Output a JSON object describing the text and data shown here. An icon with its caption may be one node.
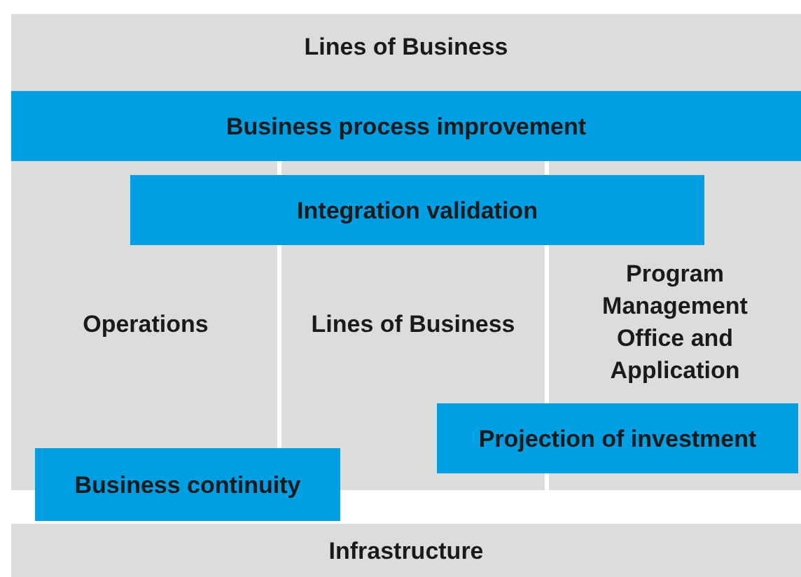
{
  "diagram": {
    "nodes": [
      {
        "text": [
          "Lines of Business"
        ]
      },
      {
        "text": [
          "Business process improvement"
        ],
        "in": 0
      },
      {
        "text": [
          "Integration validation"
        ],
        "in": 0
      },
      {
        "text": [
          "Operations"
        ],
        "in": 0
      },
      {
        "text": [
          "Lines of Business"
        ],
        "in": 0
      },
      {
        "text": [
          "Program Management Office and Application"
        ],
        "in": 0
      },
      {
        "text": [
          "Projection of investment"
        ],
        "in": 0
      },
      {
        "text": [
          "Business continuity"
        ]
      },
      {
        "text": [
          "Infrastructure"
        ]
      }
    ],
    "edges": []
  }
}
